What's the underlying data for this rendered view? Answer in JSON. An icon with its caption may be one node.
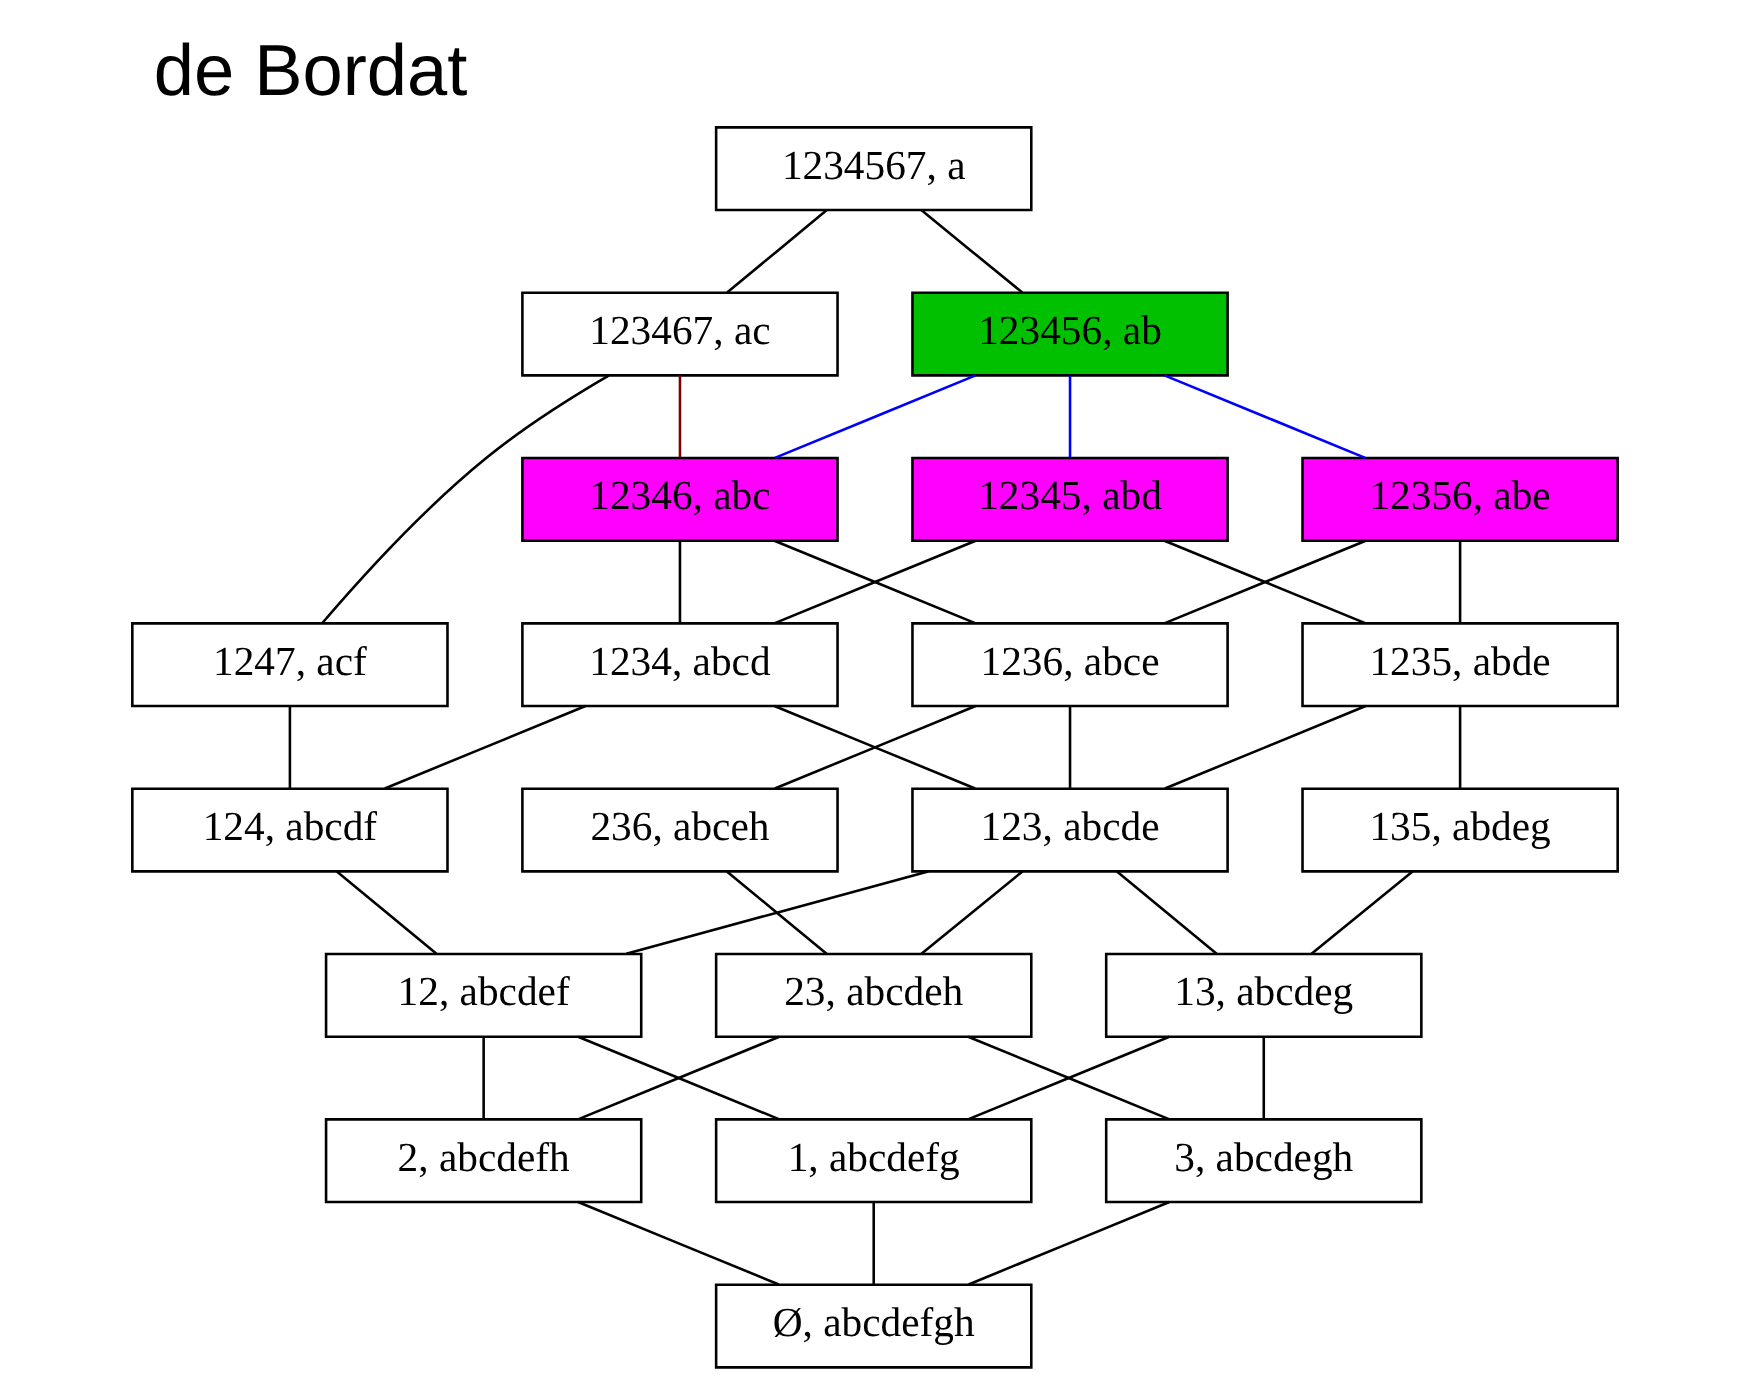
{
  "diagram": {
    "title": "de Bordat",
    "nodes": [
      {
        "text": [
          "1234567, a"
        ]
      },
      {
        "text": [
          "123467, ac"
        ]
      },
      {
        "text": [
          "123456, ab"
        ]
      },
      {
        "text": [
          "12345, abd"
        ]
      },
      {
        "text": [
          "12346, abc"
        ]
      },
      {
        "text": [
          "12356, abe"
        ]
      },
      {
        "text": [
          "1247, acf"
        ]
      },
      {
        "text": [
          "1234, abcd"
        ]
      },
      {
        "text": [
          "1235, abde"
        ]
      },
      {
        "text": [
          "1236, abce"
        ]
      },
      {
        "text": [
          "124, abcdf"
        ]
      },
      {
        "text": [
          "135, abdeg"
        ]
      },
      {
        "text": [
          "123, abcde"
        ]
      },
      {
        "text": [
          "236, abceh"
        ]
      },
      {
        "text": [
          "12, abcdef"
        ]
      },
      {
        "text": [
          "13, abcdeg"
        ]
      },
      {
        "text": [
          "23, abcdeh"
        ]
      },
      {
        "text": [
          "1, abcdefg"
        ]
      },
      {
        "text": [
          "2, abcdefh"
        ]
      },
      {
        "text": [
          "3, abcdegh"
        ]
      },
      {
        "text": [
          "Ø, abcdefgh"
        ]
      }
    ],
    "edges": [
      {
        "from": 0,
        "to": 1,
        "arrow": "none"
      },
      {
        "from": 0,
        "to": 2,
        "arrow": "none"
      },
      {
        "from": 1,
        "to": 6,
        "arrow": "none"
      },
      {
        "from": 1,
        "to": 4,
        "arrow": "none",
        "color": "#800000"
      },
      {
        "from": 2,
        "to": 3,
        "arrow": "none",
        "color": "#0000ff"
      },
      {
        "from": 2,
        "to": 4,
        "arrow": "none",
        "color": "#0000ff"
      },
      {
        "from": 2,
        "to": 5,
        "arrow": "none",
        "color": "#0000ff"
      },
      {
        "from": 3,
        "to": 7,
        "arrow": "none"
      },
      {
        "from": 3,
        "to": 8,
        "arrow": "none"
      },
      {
        "from": 4,
        "to": 7,
        "arrow": "none"
      },
      {
        "from": 4,
        "to": 9,
        "arrow": "none"
      },
      {
        "from": 5,
        "to": 8,
        "arrow": "none"
      },
      {
        "from": 5,
        "to": 9,
        "arrow": "none"
      },
      {
        "from": 6,
        "to": 10,
        "arrow": "none"
      },
      {
        "from": 7,
        "to": 10,
        "arrow": "none"
      },
      {
        "from": 7,
        "to": 12,
        "arrow": "none"
      },
      {
        "from": 8,
        "to": 11,
        "arrow": "none"
      },
      {
        "from": 8,
        "to": 12,
        "arrow": "none"
      },
      {
        "from": 9,
        "to": 12,
        "arrow": "none"
      },
      {
        "from": 9,
        "to": 13,
        "arrow": "none"
      },
      {
        "from": 10,
        "to": 14,
        "arrow": "none"
      },
      {
        "from": 11,
        "to": 15,
        "arrow": "none"
      },
      {
        "from": 12,
        "to": 14,
        "arrow": "none"
      },
      {
        "from": 12,
        "to": 15,
        "arrow": "none"
      },
      {
        "from": 12,
        "to": 16,
        "arrow": "none"
      },
      {
        "from": 13,
        "to": 16,
        "arrow": "none"
      },
      {
        "from": 14,
        "to": 17,
        "arrow": "none"
      },
      {
        "from": 14,
        "to": 18,
        "arrow": "none"
      },
      {
        "from": 15,
        "to": 17,
        "arrow": "none"
      },
      {
        "from": 15,
        "to": 19,
        "arrow": "none"
      },
      {
        "from": 16,
        "to": 18,
        "arrow": "none"
      },
      {
        "from": 16,
        "to": 19,
        "arrow": "none"
      },
      {
        "from": 17,
        "to": 20,
        "arrow": "none"
      },
      {
        "from": 18,
        "to": 20,
        "arrow": "none"
      },
      {
        "from": 19,
        "to": 20,
        "arrow": "none"
      }
    ]
  }
}
